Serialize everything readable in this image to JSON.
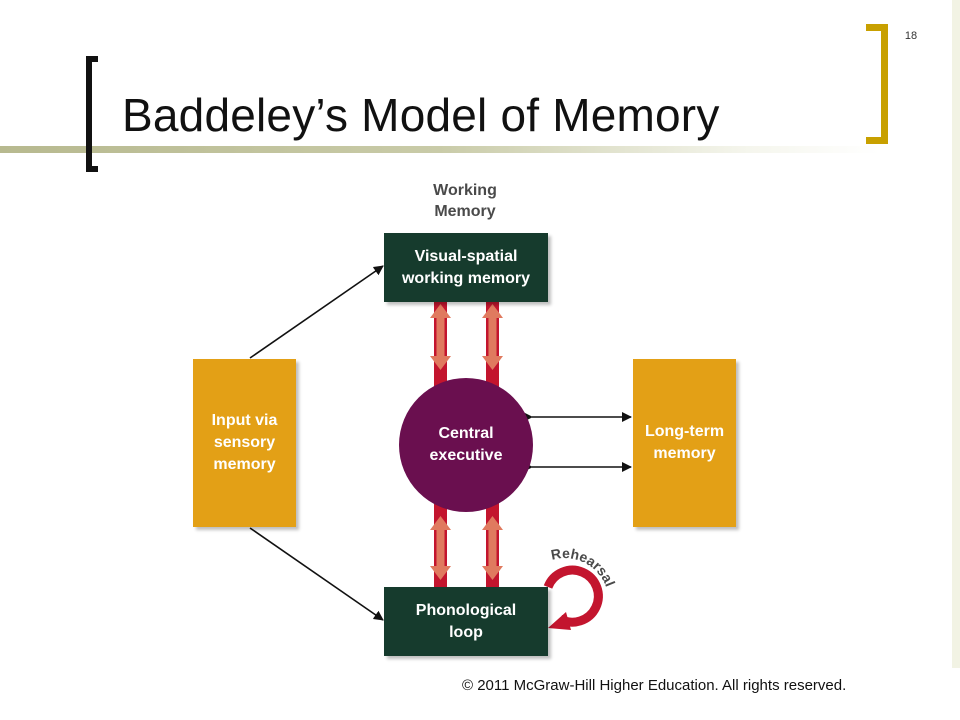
{
  "slide": {
    "number": "18",
    "title": "Baddeley’s Model of Memory",
    "copyright": "© 2011 McGraw-Hill Higher Education. All rights reserved."
  },
  "diagram": {
    "working_memory_label": [
      "Working",
      "Memory"
    ],
    "visual_spatial": [
      "Visual-spatial",
      "working memory"
    ],
    "phonological": [
      "Phonological",
      "loop"
    ],
    "central_executive": [
      "Central",
      "executive"
    ],
    "input": [
      "Input via",
      "sensory",
      "memory"
    ],
    "long_term": [
      "Long-term",
      "memory"
    ],
    "rehearsal": "Rehearsal"
  },
  "colors": {
    "green_box": "#163b2d",
    "orange_box": "#e3a016",
    "central": "#6a0f4f",
    "red_connector": "#c3152e",
    "salmon_arrow": "#e07a5f",
    "bracket_gold": "#c8a000"
  }
}
